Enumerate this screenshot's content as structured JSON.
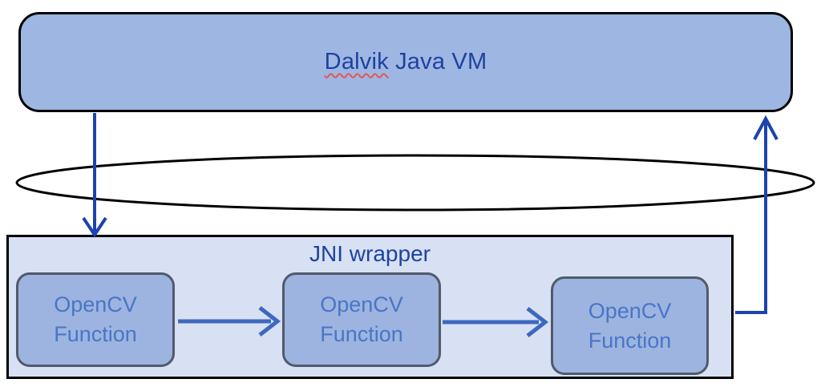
{
  "diagram": {
    "vm_box": {
      "label_marked": "Dalvik",
      "label_rest": " Java VM"
    },
    "jni_box": {
      "title": "JNI wrapper",
      "cv_boxes": [
        {
          "line1": "OpenCV",
          "line2": "Function"
        },
        {
          "line1": "OpenCV",
          "line2": "Function"
        },
        {
          "line1": "OpenCV",
          "line2": "Function"
        }
      ]
    },
    "colors": {
      "vm_fill": "#9EB6E2",
      "jni_fill": "#D7E1F3",
      "cv_fill": "#9CB4DF",
      "cv_border": "#515A6B",
      "outline": "#000000",
      "title_text": "#1E429F",
      "cv_text": "#4A75C7",
      "connector": "#1C43AE",
      "flow_arrow": "#3E68BF",
      "squiggle": "#E25757"
    }
  }
}
